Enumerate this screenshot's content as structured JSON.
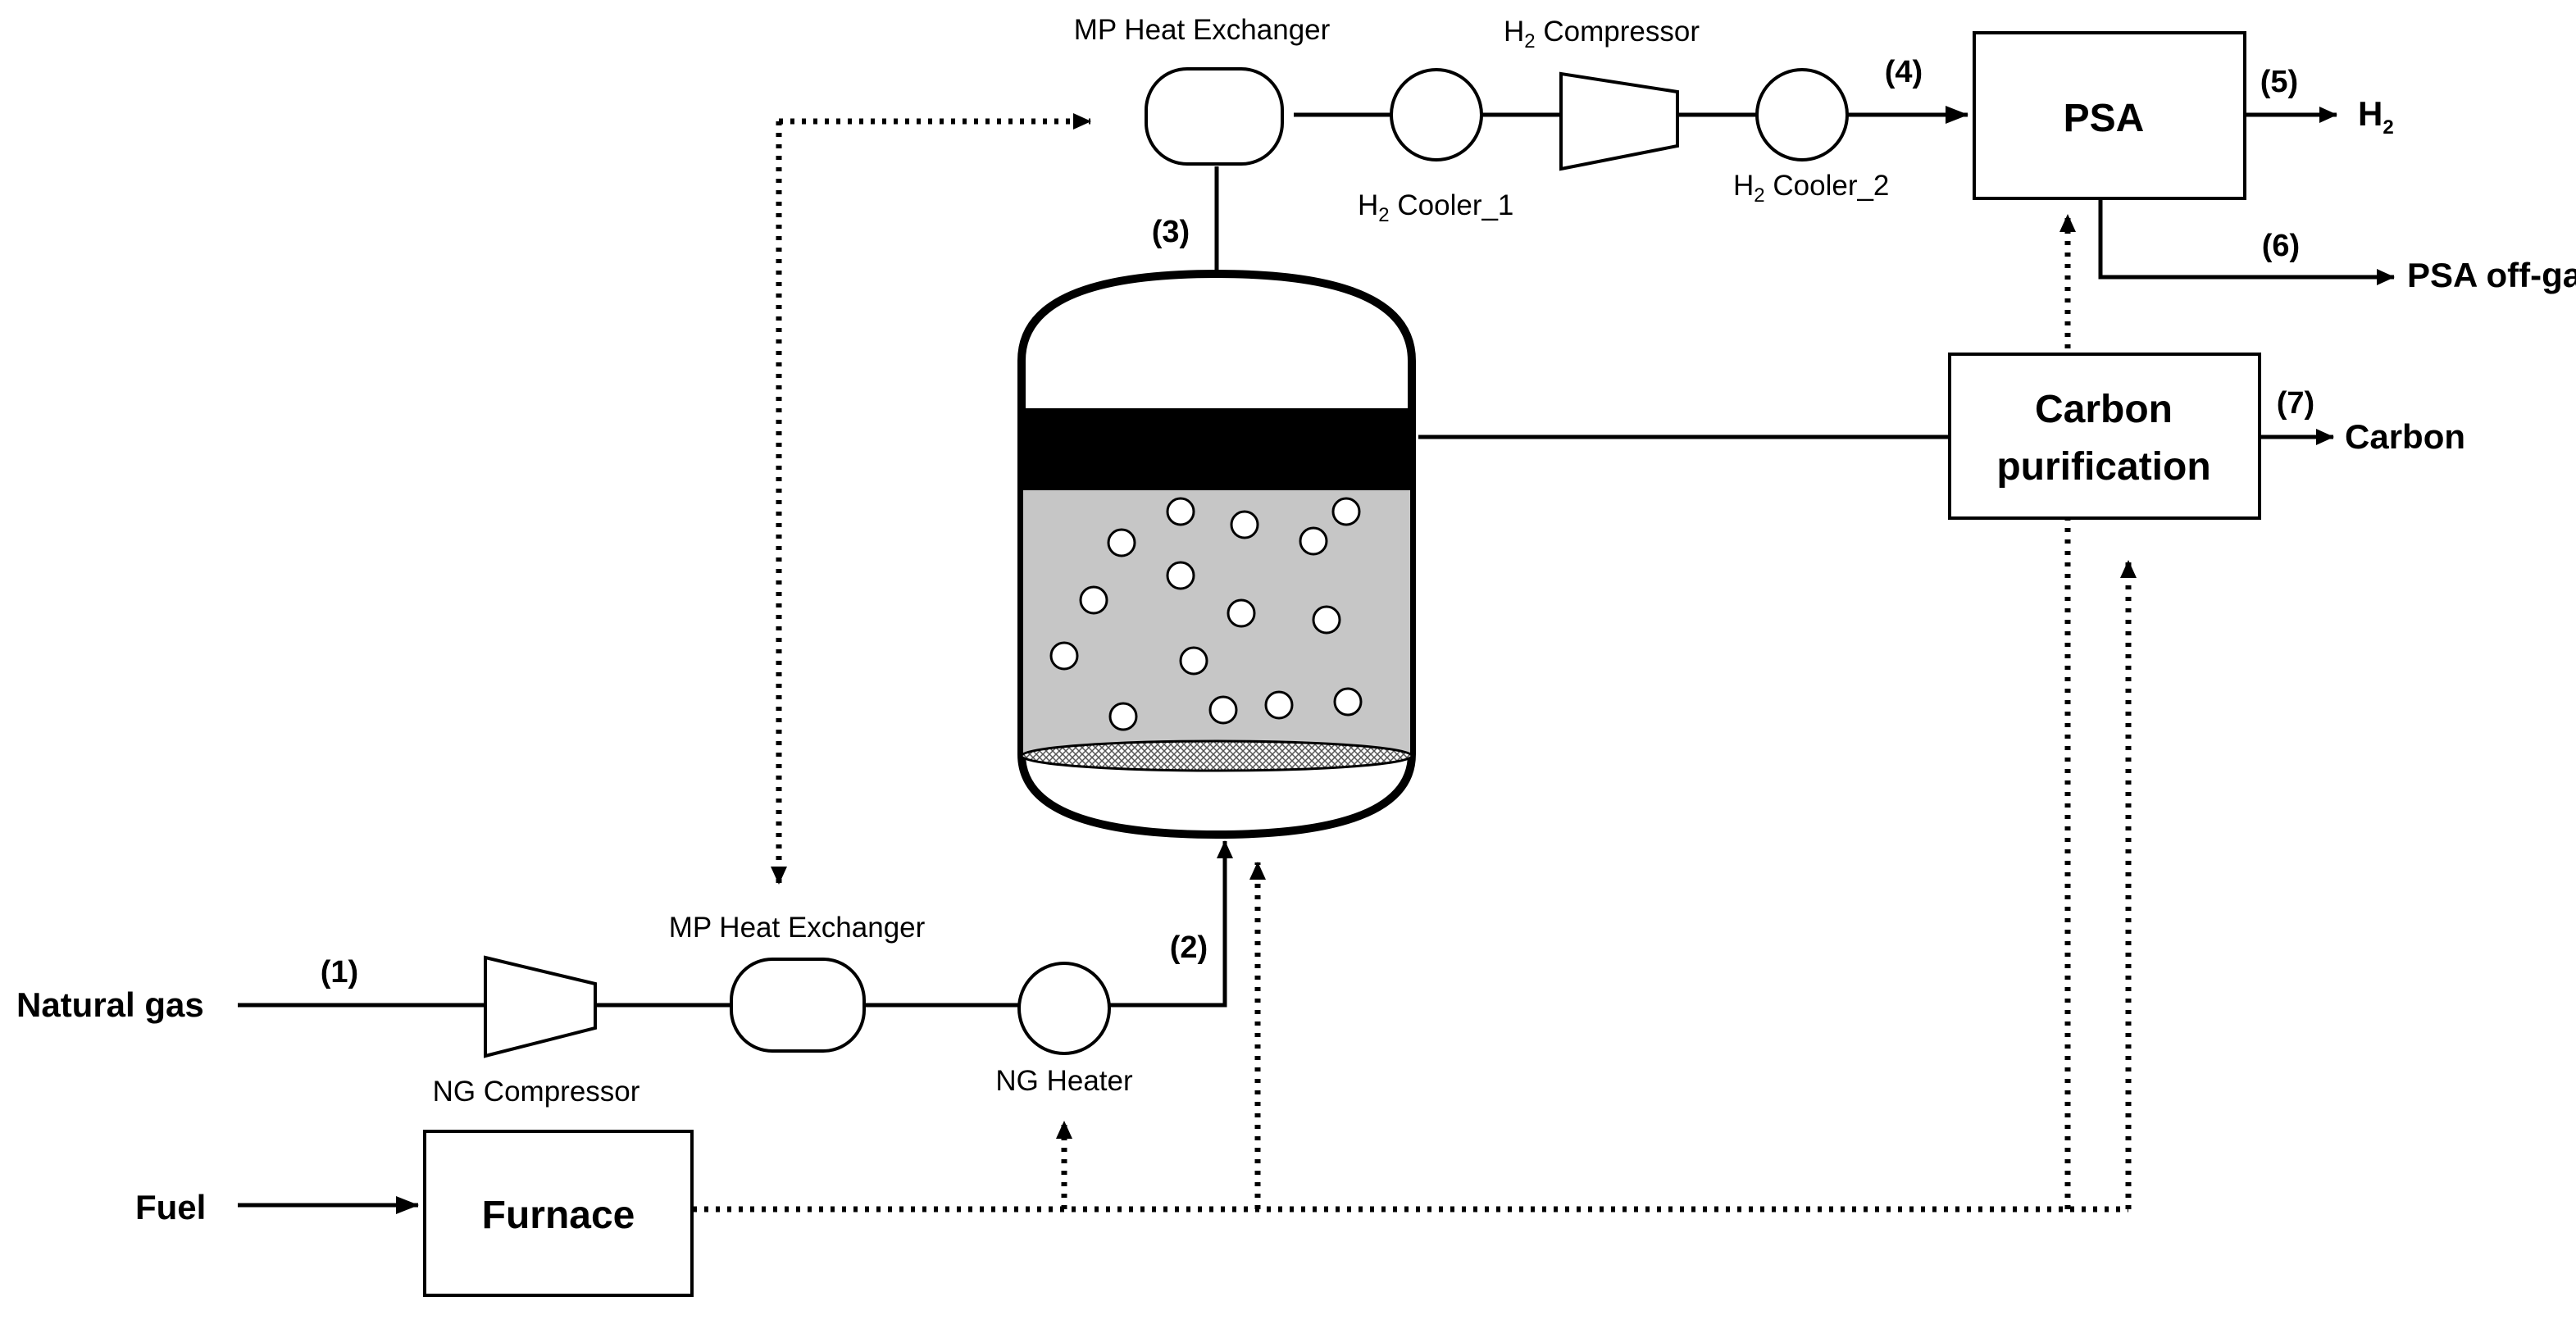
{
  "labels": {
    "natural_gas": "Natural gas",
    "fuel": "Fuel",
    "furnace": "Furnace",
    "ng_compressor": "NG Compressor",
    "mp_hx_bottom": "MP Heat Exchanger",
    "ng_heater": "NG Heater",
    "mp_hx_top": "MP Heat Exchanger",
    "h2_cooler_1": {
      "pre": "H",
      "sub": "2",
      "post": " Cooler_1"
    },
    "h2_compressor": {
      "pre": "H",
      "sub": "2",
      "post": " Compressor"
    },
    "h2_cooler_2": {
      "pre": "H",
      "sub": "2",
      "post": " Cooler_2"
    },
    "psa": "PSA",
    "h2_product": {
      "pre": "H",
      "sub": "2"
    },
    "psa_offgas": "PSA off-gas",
    "carbon_purification_line1": "Carbon",
    "carbon_purification_line2": "purification",
    "carbon_product": "Carbon"
  },
  "streams": [
    "(1)",
    "(2)",
    "(3)",
    "(4)",
    "(5)",
    "(6)",
    "(7)"
  ]
}
